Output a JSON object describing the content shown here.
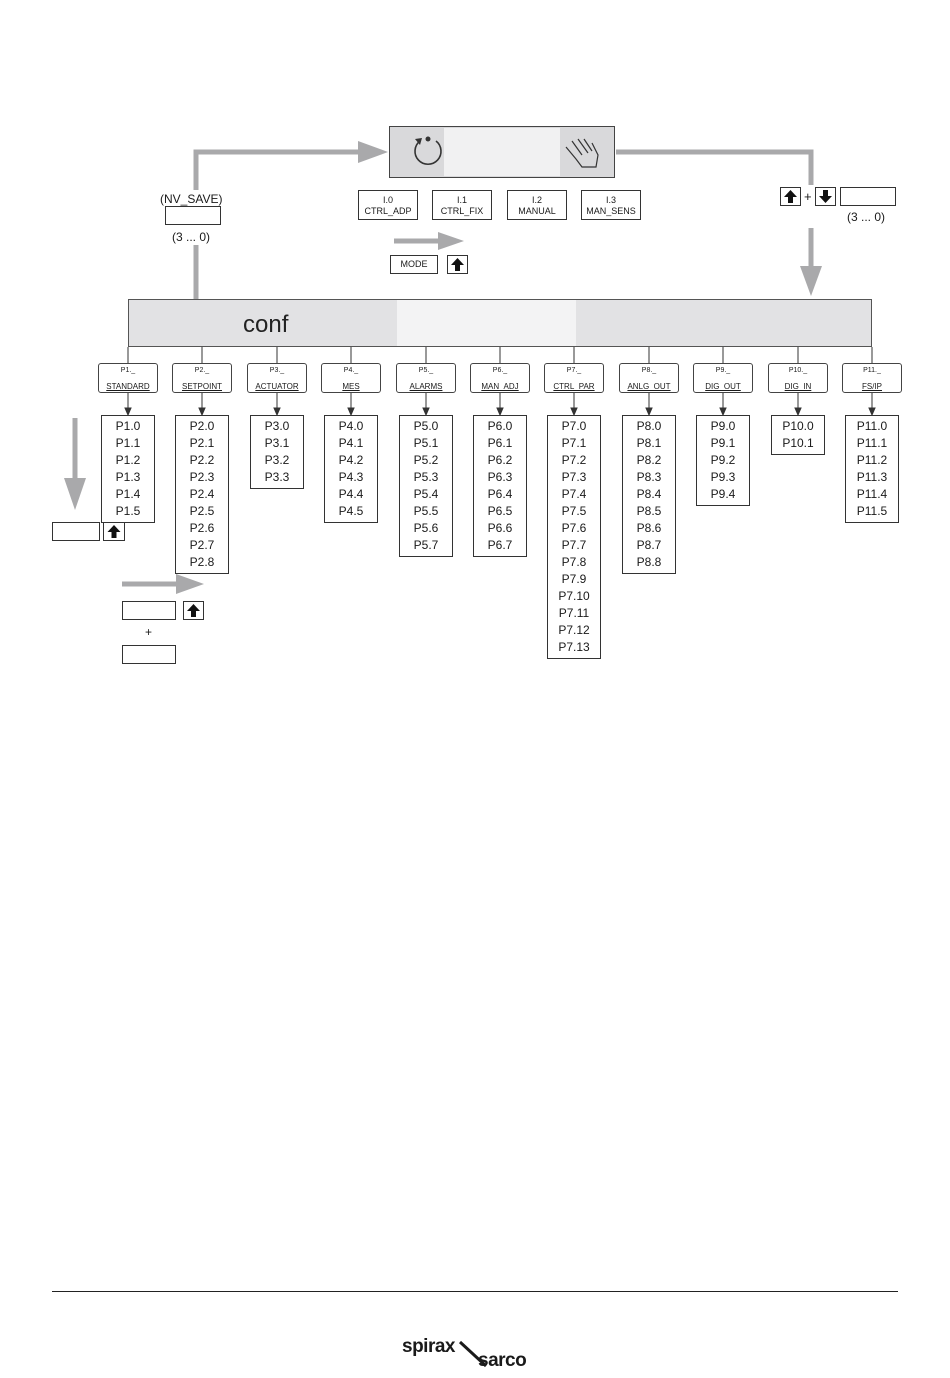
{
  "top": {
    "modes": [
      {
        "code": "I.0",
        "name": "CTRL_ADP"
      },
      {
        "code": "I.1",
        "name": "CTRL_FIX"
      },
      {
        "code": "I.2",
        "name": "MANUAL"
      },
      {
        "code": "I.3",
        "name": "MAN_SENS"
      }
    ],
    "mode_button": "MODE",
    "nv_save": "(NV_SAVE)",
    "countdown_left": "(3 ... 0)",
    "countdown_right": "(3 ... 0)",
    "plus": "+"
  },
  "conf_label": "conf",
  "menus": [
    {
      "code": "P1._",
      "name": "STANDARD",
      "params": [
        "P1.0",
        "P1.1",
        "P1.2",
        "P1.3",
        "P1.4",
        "P1.5"
      ]
    },
    {
      "code": "P2._",
      "name": "SETPOINT",
      "params": [
        "P2.0",
        "P2.1",
        "P2.2",
        "P2.3",
        "P2.4",
        "P2.5",
        "P2.6",
        "P2.7",
        "P2.8"
      ]
    },
    {
      "code": "P3._",
      "name": "ACTUATOR",
      "params": [
        "P3.0",
        "P3.1",
        "P3.2",
        "P3.3"
      ]
    },
    {
      "code": "P4._",
      "name": "MES",
      "params": [
        "P4.0",
        "P4.1",
        "P4.2",
        "P4.3",
        "P4.4",
        "P4.5"
      ]
    },
    {
      "code": "P5._",
      "name": "ALARMS",
      "params": [
        "P5.0",
        "P5.1",
        "P5.2",
        "P5.3",
        "P5.4",
        "P5.5",
        "P5.6",
        "P5.7"
      ]
    },
    {
      "code": "P6._",
      "name": "MAN_ADJ",
      "params": [
        "P6.0",
        "P6.1",
        "P6.2",
        "P6.3",
        "P6.4",
        "P6.5",
        "P6.6",
        "P6.7"
      ]
    },
    {
      "code": "P7._",
      "name": "CTRL_PAR",
      "params": [
        "P7.0",
        "P7.1",
        "P7.2",
        "P7.3",
        "P7.4",
        "P7.5",
        "P7.6",
        "P7.7",
        "P7.8",
        "P7.9",
        "P7.10",
        "P7.11",
        "P7.12",
        "P7.13"
      ]
    },
    {
      "code": "P8._",
      "name": "ANLG_OUT",
      "params": [
        "P8.0",
        "P8.1",
        "P8.2",
        "P8.3",
        "P8.4",
        "P8.5",
        "P8.6",
        "P8.7",
        "P8.8"
      ]
    },
    {
      "code": "P9._",
      "name": "DIG_OUT",
      "params": [
        "P9.0",
        "P9.1",
        "P9.2",
        "P9.3",
        "P9.4"
      ]
    },
    {
      "code": "P10._",
      "name": "DIG_IN",
      "params": [
        "P10.0",
        "P10.1"
      ]
    },
    {
      "code": "P11._",
      "name": "FS/IP",
      "params": [
        "P11.0",
        "P11.1",
        "P11.2",
        "P11.3",
        "P11.4",
        "P11.5"
      ]
    }
  ],
  "bottom_left": {
    "plus": "+"
  },
  "logo": "spirax sarco",
  "colors": {
    "arrow": "#a9a9ab",
    "display": "#e2e2e4",
    "line": "#333333"
  }
}
